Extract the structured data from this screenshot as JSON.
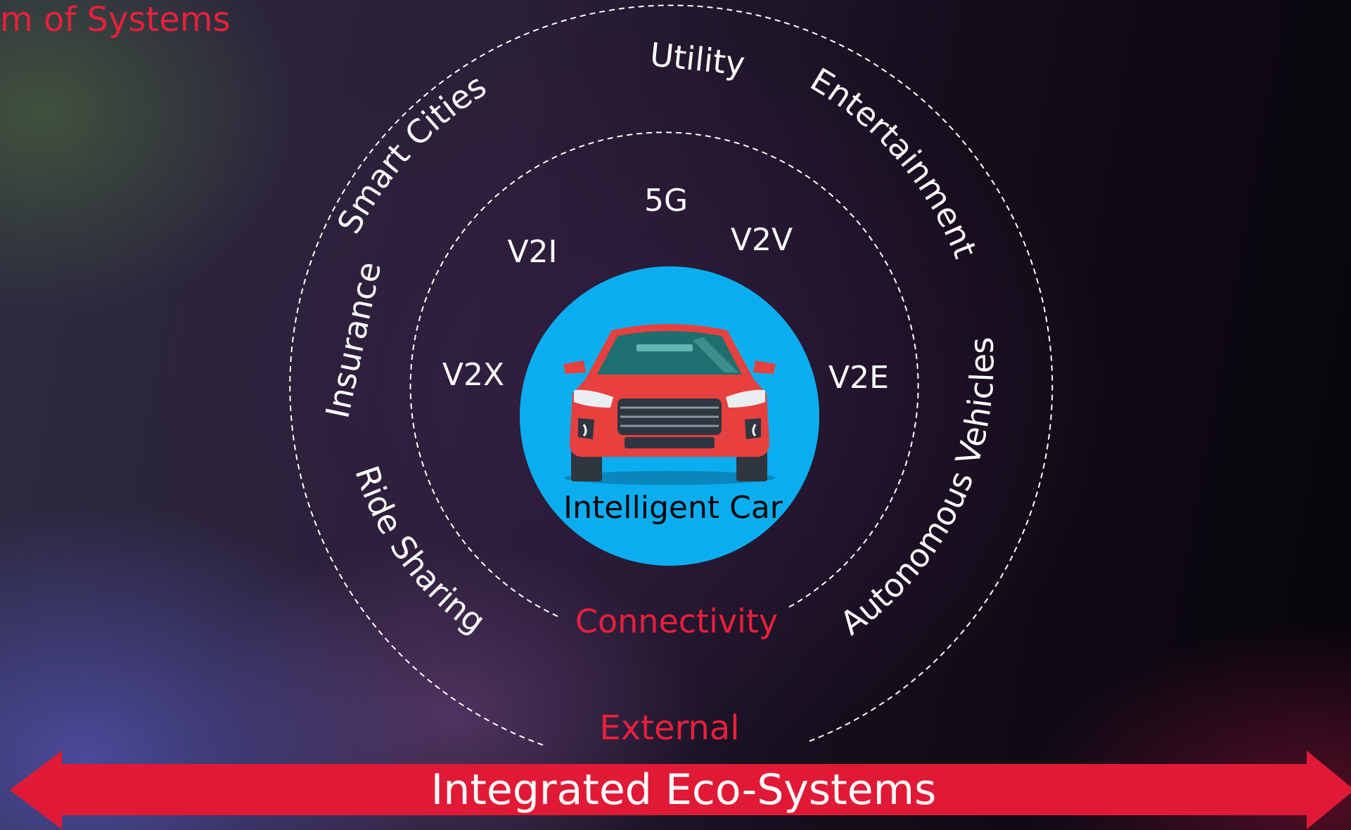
{
  "header": {
    "title_fragment": "m of Systems"
  },
  "center": {
    "label": "Intelligent Car"
  },
  "inner_ring": {
    "title": "Connectivity",
    "items": [
      "5G",
      "V2V",
      "V2I",
      "V2X",
      "V2E"
    ]
  },
  "outer_ring": {
    "title": "External",
    "items": [
      "Utility",
      "Smart Cities",
      "Entertainment",
      "Insurance",
      "Autonomous Vehicles",
      "Ride Sharing"
    ]
  },
  "banner": {
    "label": "Integrated Eco-Systems"
  },
  "colors": {
    "accent_red": "#e8203c",
    "center_blue": "#0aaef0",
    "car_red": "#e8403e"
  }
}
